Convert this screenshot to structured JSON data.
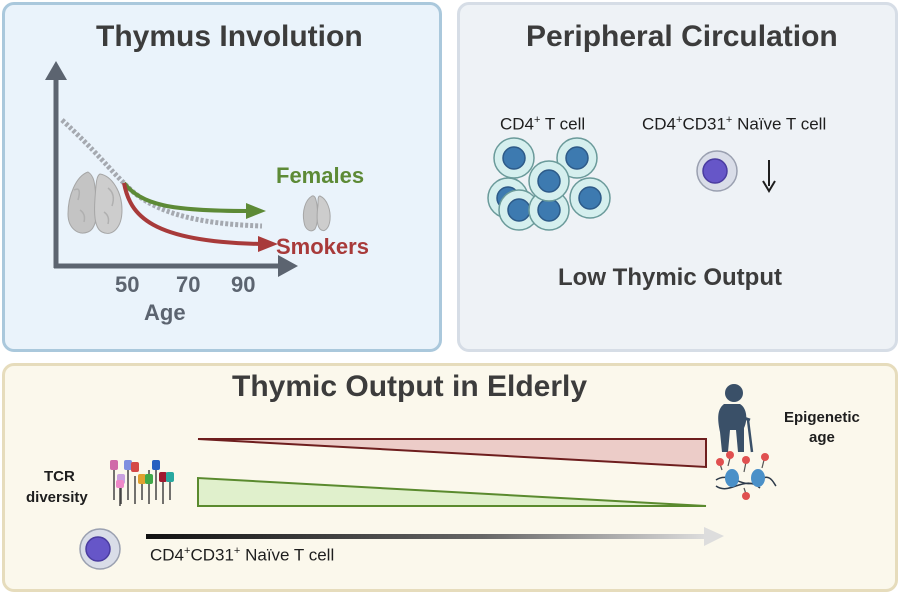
{
  "panel_thymus": {
    "title": "Thymus Involution",
    "ages": [
      "50",
      "70",
      "90"
    ],
    "xlabel": "Age",
    "label_females": "Females",
    "label_smokers": "Smokers"
  },
  "panel_peripheral": {
    "title": "Peripheral Circulation",
    "cd4_label": {
      "base": "CD4",
      "sup": "+",
      "rest": " T cell"
    },
    "naive_label": {
      "b1": "CD4",
      "s1": "+",
      "b2": "CD31",
      "s2": "+",
      "rest": " Naïve T cell"
    },
    "output_label": "Low Thymic Output"
  },
  "panel_elderly": {
    "title": "Thymic Output in Elderly",
    "tcr_line1": "TCR",
    "tcr_line2": "diversity",
    "epi_line1": "Epigenetic",
    "epi_line2": "age",
    "naive_label": {
      "b1": "CD4",
      "s1": "+",
      "b2": "CD31",
      "s2": "+",
      "rest": " Naïve T cell"
    }
  },
  "colors": {
    "females_green": "#5d8a36",
    "smokers_red": "#a83a3a",
    "axis_gray": "#5c6470",
    "cell_fill": "#d5efee",
    "cell_nucleus": "#3d7ab0",
    "naive_nucleus": "#6656c8",
    "wedge_red_fill": "#ecccc8",
    "wedge_red_stroke": "#6e1e1e",
    "wedge_green_fill": "#e0f0cc",
    "wedge_green_stroke": "#5a8a2e"
  }
}
